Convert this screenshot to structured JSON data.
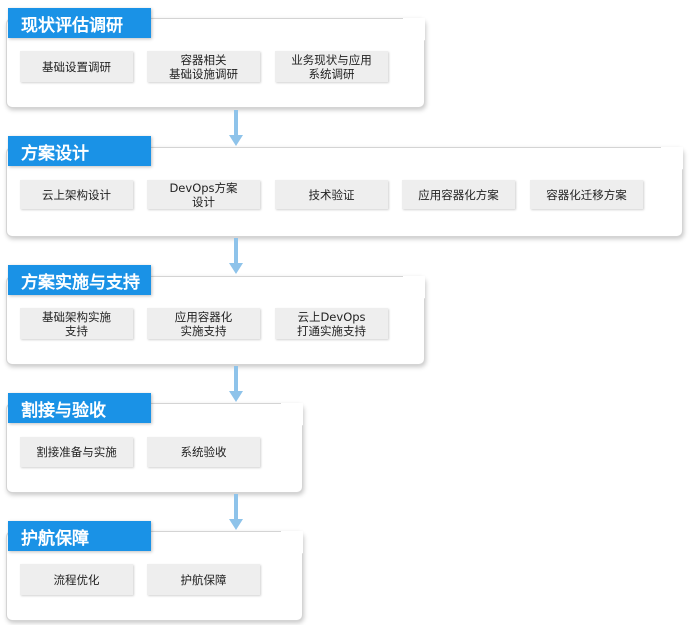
{
  "phases": [
    {
      "title": "现状评估调研",
      "items": [
        {
          "lines": [
            "基础设置调研"
          ]
        },
        {
          "lines": [
            "容器相关",
            "基础设施调研"
          ]
        },
        {
          "lines": [
            "业务现状与应用",
            "系统调研"
          ]
        }
      ]
    },
    {
      "title": "方案设计",
      "items": [
        {
          "lines": [
            "云上架构设计"
          ]
        },
        {
          "lines": [
            "DevOps方案",
            "设计"
          ]
        },
        {
          "lines": [
            "技术验证"
          ]
        },
        {
          "lines": [
            "应用容器化方案"
          ]
        },
        {
          "lines": [
            "容器化迁移方案"
          ]
        }
      ]
    },
    {
      "title": "方案实施与支持",
      "items": [
        {
          "lines": [
            "基础架构实施",
            "支持"
          ]
        },
        {
          "lines": [
            "应用容器化",
            "实施支持"
          ]
        },
        {
          "lines": [
            "云上DevOps",
            "打通实施支持"
          ]
        }
      ]
    },
    {
      "title": "割接与验收",
      "items": [
        {
          "lines": [
            "割接准备与实施"
          ]
        },
        {
          "lines": [
            "系统验收"
          ]
        }
      ]
    },
    {
      "title": "护航保障",
      "items": [
        {
          "lines": [
            "流程优化"
          ]
        },
        {
          "lines": [
            "护航保障"
          ]
        }
      ]
    }
  ],
  "colors": {
    "title_bg": "#1a92e6",
    "title_text": "#ffffff",
    "arrow": "#8ec3ea",
    "item_bg": "#eeeeee",
    "panel_border": "#d4d4d4"
  }
}
